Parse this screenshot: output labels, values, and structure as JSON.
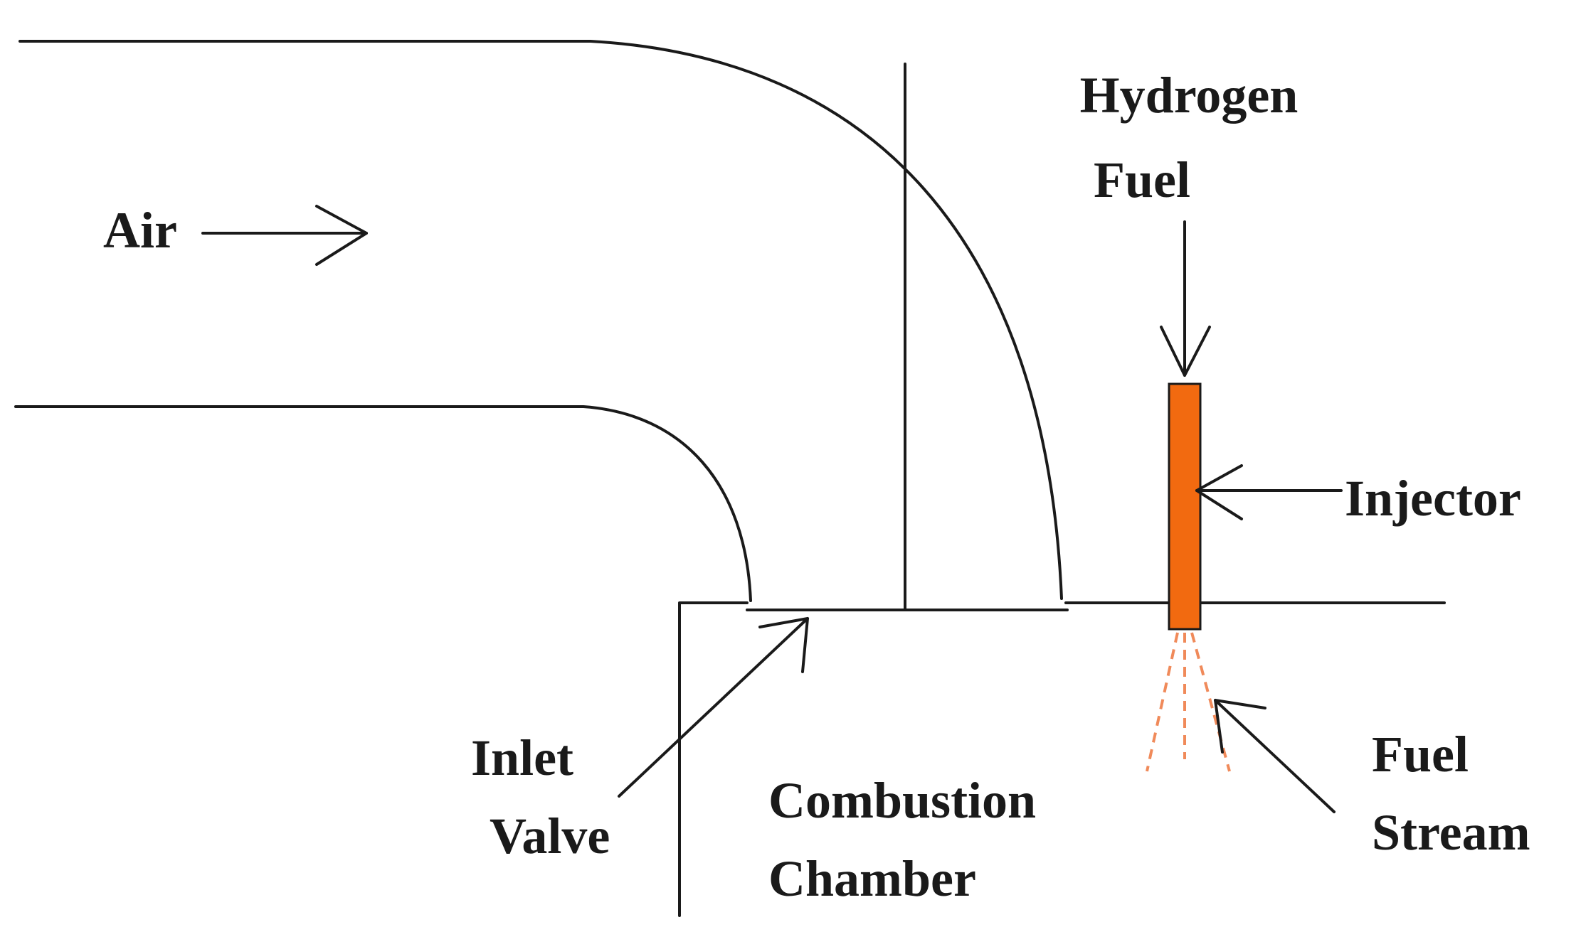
{
  "labels": {
    "air": "Air",
    "hydrogen_line1": "Hydrogen",
    "hydrogen_line2": "Fuel",
    "injector": "Injector",
    "inlet_line1": "Inlet",
    "inlet_line2": "Valve",
    "combustion_line1": "Combustion",
    "combustion_line2": "Chamber",
    "fuel_stream_line1": "Fuel",
    "fuel_stream_line2": "Stream"
  },
  "colors": {
    "line": "#1a1a1a",
    "injector_fill": "#f26a10",
    "spray": "#f08a5a",
    "background": "#ffffff"
  }
}
